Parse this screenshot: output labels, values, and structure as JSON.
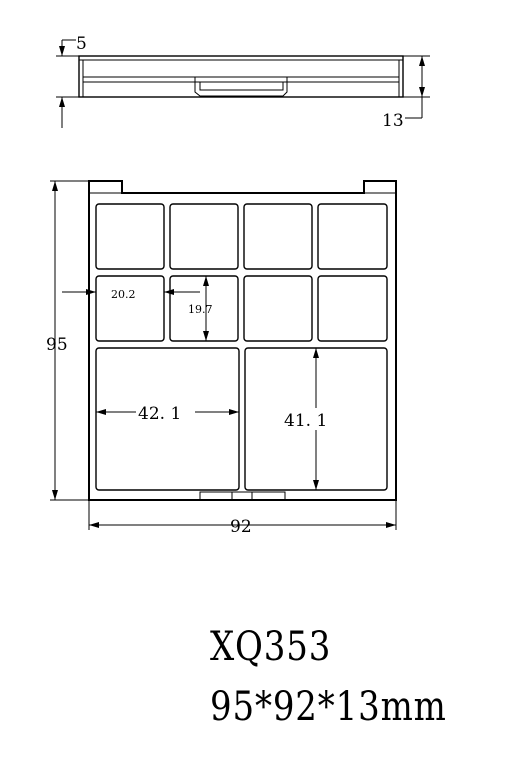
{
  "dimensions": {
    "lid_thickness": "5",
    "height": "13",
    "depth": "95",
    "width": "92",
    "small_pan_width": "20.2",
    "small_pan_height": "19.7",
    "large_pan_width": "42. 1",
    "large_pan_height": "41. 1"
  },
  "product": {
    "model": "XQ353",
    "size": "95*92*13mm"
  }
}
